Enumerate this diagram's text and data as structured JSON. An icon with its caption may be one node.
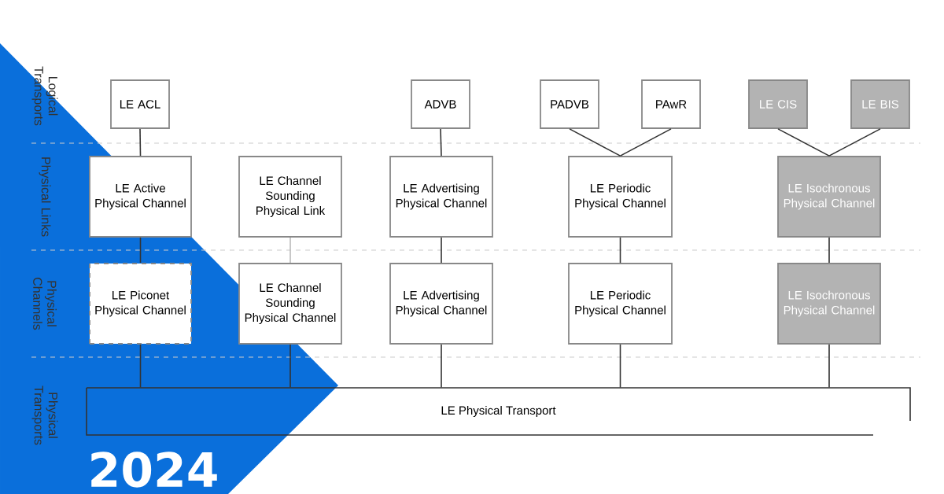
{
  "diagram": {
    "nodes": [
      {
        "text": [
          "LE ACL"
        ]
      },
      {
        "text": [
          "ADVB"
        ]
      },
      {
        "text": [
          "PADVB"
        ]
      },
      {
        "text": [
          "PAwR"
        ]
      },
      {
        "text": [
          "LE CIS"
        ]
      },
      {
        "text": [
          "LE BIS"
        ]
      },
      {
        "text": [
          "LE Active Physical Channel"
        ]
      },
      {
        "text": [
          "LE Channel Sounding Physical Link"
        ]
      },
      {
        "text": [
          "LE Advertising Physical Channel"
        ]
      },
      {
        "text": [
          "LE Periodic Physical Channel"
        ]
      },
      {
        "text": [
          "LE Isochronous Physical Channel"
        ]
      },
      {
        "text": [
          "LE Piconet Physical Channel"
        ]
      },
      {
        "text": [
          "LE Channel Sounding Physical Channel"
        ]
      },
      {
        "text": [
          "LE Advertising Physical Channel"
        ]
      },
      {
        "text": [
          "LE Periodic Physical Channel"
        ]
      },
      {
        "text": [
          "LE Isochronous Physical Channel"
        ]
      },
      {
        "text": [
          "LE Physical Transport"
        ]
      }
    ],
    "edges": [
      {
        "from": 0,
        "to": 6,
        "arrow": "none"
      },
      {
        "from": 1,
        "to": 8,
        "arrow": "none"
      },
      {
        "from": 2,
        "to": 9,
        "arrow": "none"
      },
      {
        "from": 3,
        "to": 9,
        "arrow": "none"
      },
      {
        "from": 4,
        "to": 10,
        "arrow": "none"
      },
      {
        "from": 5,
        "to": 10,
        "arrow": "none"
      },
      {
        "from": 6,
        "to": 11,
        "arrow": "none"
      },
      {
        "from": 7,
        "to": 12,
        "arrow": "none",
        "color": "#bbbbbb"
      },
      {
        "from": 8,
        "to": 13,
        "arrow": "none"
      },
      {
        "from": 9,
        "to": 14,
        "arrow": "none"
      },
      {
        "from": 10,
        "to": 15,
        "arrow": "none"
      },
      {
        "from": 11,
        "to": 16,
        "arrow": "none"
      },
      {
        "from": 12,
        "to": 16,
        "arrow": "none"
      },
      {
        "from": 13,
        "to": 16,
        "arrow": "none"
      },
      {
        "from": 14,
        "to": 16,
        "arrow": "none"
      },
      {
        "from": 15,
        "to": 16,
        "arrow": "none"
      }
    ],
    "labels": [
      "Logical Transports",
      "Physical Links",
      "Physical Channels",
      "Physical Transports",
      "2024"
    ]
  }
}
